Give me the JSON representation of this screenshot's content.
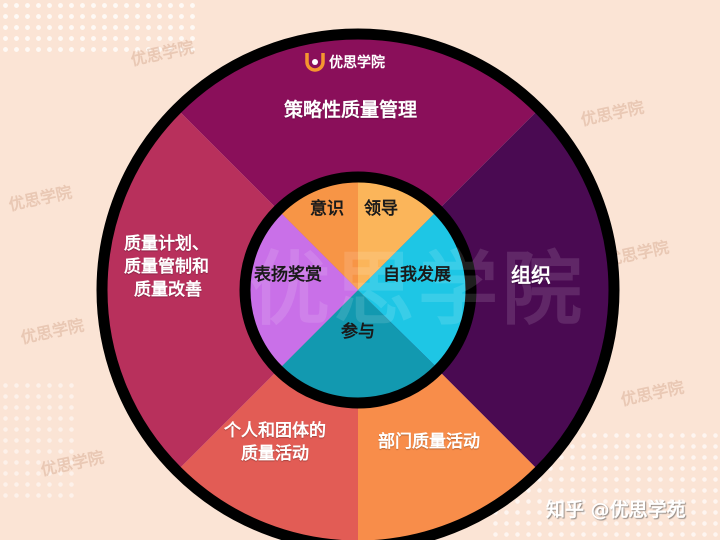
{
  "brand": {
    "logo_text": "优思学院",
    "watermark_big": "优思学院",
    "watermark_small": "优思学院",
    "footer_credit": "知乎 @优思学苑"
  },
  "colors": {
    "background": "#fbe4d5",
    "outline": "#000000",
    "strategic": "#8a0f5a",
    "organization": "#4a0a52",
    "department": "#f88d4a",
    "individual": "#e25c55",
    "planning": "#b8305c",
    "awareness": "#f79546",
    "leadership": "#fbb55a",
    "self_development": "#1ec6e5",
    "participation": "#1299b0",
    "recognition": "#c970e8",
    "logo_orange": "#f5962f"
  },
  "outer_ring": {
    "segments": [
      {
        "id": "strategic",
        "label": "策略性质量管理"
      },
      {
        "id": "organization",
        "label": "组织"
      },
      {
        "id": "department",
        "label": "部门质量活动"
      },
      {
        "id": "individual",
        "label_lines": [
          "个人和团体的",
          "质量活动"
        ]
      },
      {
        "id": "planning",
        "label_lines": [
          "质量计划、",
          "质量管制和",
          "质量改善"
        ]
      }
    ]
  },
  "inner_circle": {
    "segments": [
      {
        "id": "awareness",
        "label": "意识"
      },
      {
        "id": "leadership",
        "label": "领导"
      },
      {
        "id": "self_development",
        "label": "自我发展"
      },
      {
        "id": "participation",
        "label": "参与"
      },
      {
        "id": "recognition",
        "label": "表扬奖赏"
      }
    ]
  }
}
